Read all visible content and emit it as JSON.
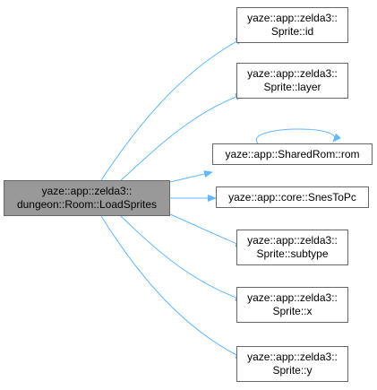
{
  "colors": {
    "edge": "#63b8ff",
    "node_border": "#666666",
    "main_fill": "#999999",
    "node_fill": "#ffffff"
  },
  "nodes": {
    "main": {
      "line1": "yaze::app::zelda3::",
      "line2": "dungeon::Room::LoadSprites"
    },
    "sprite_id": {
      "line1": "yaze::app::zelda3::",
      "line2": "Sprite::id"
    },
    "sprite_layer": {
      "line1": "yaze::app::zelda3::",
      "line2": "Sprite::layer"
    },
    "sharedrom_rom": {
      "line1": "yaze::app::SharedRom::rom"
    },
    "snes_to_pc": {
      "line1": "yaze::app::core::SnesToPc"
    },
    "sprite_subtype": {
      "line1": "yaze::app::zelda3::",
      "line2": "Sprite::subtype"
    },
    "sprite_x": {
      "line1": "yaze::app::zelda3::",
      "line2": "Sprite::x"
    },
    "sprite_y": {
      "line1": "yaze::app::zelda3::",
      "line2": "Sprite::y"
    }
  }
}
